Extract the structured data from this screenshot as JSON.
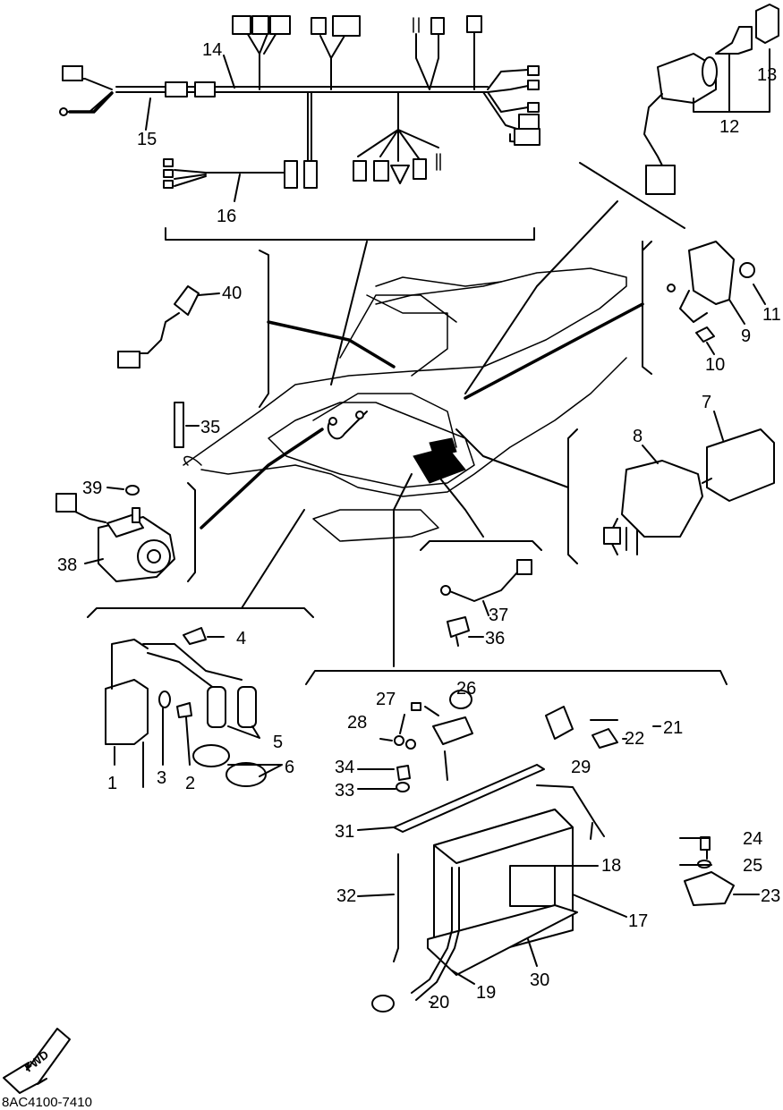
{
  "diagram_code": "8AC4100-7410",
  "fwd_label": "FWD",
  "callouts": {
    "c1": "1",
    "c2": "2",
    "c3": "3",
    "c4": "4",
    "c5": "5",
    "c6": "6",
    "c7": "7",
    "c8": "8",
    "c9": "9",
    "c10": "10",
    "c11": "11",
    "c12": "12",
    "c13": "13",
    "c14": "14",
    "c15": "15",
    "c16": "16",
    "c17": "17",
    "c18": "18",
    "c19": "19",
    "c20": "20",
    "c21": "21",
    "c22": "22",
    "c23": "23",
    "c24": "24",
    "c25": "25",
    "c26": "26",
    "c27": "27",
    "c28": "28",
    "c29": "29",
    "c30": "30",
    "c31": "31",
    "c32": "32",
    "c33": "33",
    "c34": "34",
    "c35": "35",
    "c36": "36",
    "c37": "37",
    "c38": "38",
    "c39": "39",
    "c40": "40"
  }
}
